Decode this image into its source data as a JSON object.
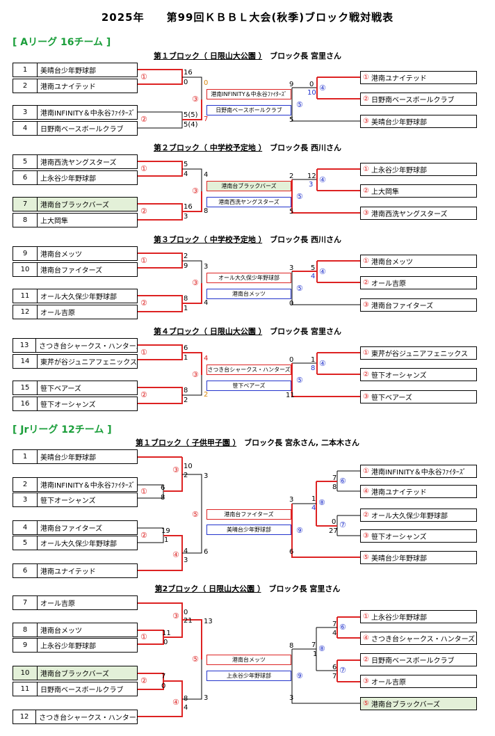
{
  "title": "2025年　　第99回ＫＢＢＬ大会(秋季)ブロック戦対戦表",
  "leagues": [
    {
      "label": "[ Aリーグ 16チーム ]"
    },
    {
      "label": "[ Jrリーグ 12チーム ]"
    }
  ],
  "blocks": [
    {
      "header_main": "第１ブロック（ 日限山大公園 ）",
      "header_leader": "ブロック長 宮里さん",
      "teams": [
        {
          "num": "1",
          "name": "美晴台少年野球部"
        },
        {
          "num": "2",
          "name": "港南ユナイテッド"
        },
        {
          "num": "3",
          "name": "港南INFINITY＆中永谷ﾌｧｲﾀｰｽﾞ"
        },
        {
          "num": "4",
          "name": "日野南ベースボールクラブ"
        }
      ],
      "games": [
        {
          "mark": "①",
          "s1": "16",
          "s2": "0"
        },
        {
          "mark": "②",
          "s1": "5(5)",
          "s2": "5(4)"
        },
        {
          "mark": "③",
          "s1": "0",
          "s2": "7"
        },
        {
          "mark": "④",
          "s1": "0",
          "s2": "10"
        },
        {
          "mark": "⑤",
          "s1": "9",
          "s2": "5"
        }
      ],
      "mid": [
        {
          "text": "港南INFINITY＆中永谷ﾌｧｲﾀｰｽﾞ"
        },
        {
          "text": "日野南ベースボールクラブ"
        }
      ],
      "results": [
        {
          "rank": "①",
          "name": "港南ユナイテッド"
        },
        {
          "rank": "②",
          "name": "日野南ベースボールクラブ"
        },
        {
          "rank": "③",
          "name": "美晴台少年野球部"
        }
      ]
    },
    {
      "header_main": "第２ブロック（ 中学校予定地 ）",
      "header_leader": "ブロック長 西川さん",
      "teams": [
        {
          "num": "5",
          "name": "港南西洗ヤングスターズ"
        },
        {
          "num": "6",
          "name": "上永谷少年野球部"
        },
        {
          "num": "7",
          "name": "港南台ブラックバーズ"
        },
        {
          "num": "8",
          "name": "上大岡隼"
        }
      ],
      "games": [
        {
          "mark": "①",
          "s1": "5",
          "s2": "4"
        },
        {
          "mark": "②",
          "s1": "16",
          "s2": "3"
        },
        {
          "mark": "③",
          "s1": "4",
          "s2": "8"
        },
        {
          "mark": "④",
          "s1": "12",
          "s2": "3"
        },
        {
          "mark": "⑤",
          "s1": "2",
          "s2": "5"
        }
      ],
      "mid": [
        {
          "text": "港南台ブラックバーズ"
        },
        {
          "text": "港南西洗ヤングスターズ"
        }
      ],
      "results": [
        {
          "rank": "①",
          "name": "上永谷少年野球部"
        },
        {
          "rank": "②",
          "name": "上大岡隼"
        },
        {
          "rank": "③",
          "name": "港南西洗ヤングスターズ"
        }
      ]
    },
    {
      "header_main": "第３ブロック（ 中学校予定地 ）",
      "header_leader": "ブロック長 西川さん",
      "teams": [
        {
          "num": "9",
          "name": "港南台メッツ"
        },
        {
          "num": "10",
          "name": "港南台ファイターズ"
        },
        {
          "num": "11",
          "name": "オール大久保少年野球部"
        },
        {
          "num": "12",
          "name": "オール吉原"
        }
      ],
      "games": [
        {
          "mark": "①",
          "s1": "2",
          "s2": "9"
        },
        {
          "mark": "②",
          "s1": "8",
          "s2": "1"
        },
        {
          "mark": "③",
          "s1": "3",
          "s2": "4"
        },
        {
          "mark": "④",
          "s1": "5",
          "s2": "4"
        },
        {
          "mark": "⑤",
          "s1": "3",
          "s2": "0"
        }
      ],
      "mid": [
        {
          "text": "オール大久保少年野球部"
        },
        {
          "text": "港南台メッツ"
        }
      ],
      "results": [
        {
          "rank": "①",
          "name": "港南台メッツ"
        },
        {
          "rank": "②",
          "name": "オール吉原"
        },
        {
          "rank": "③",
          "name": "港南台ファイターズ"
        }
      ]
    },
    {
      "header_main": "第４ブロック（ 日限山大公園 ）",
      "header_leader": "ブロック長 宮里さん",
      "teams": [
        {
          "num": "13",
          "name": "さつき台シャークス・ハンターズ"
        },
        {
          "num": "14",
          "name": "東芹が谷ジュニアフェニックス"
        },
        {
          "num": "15",
          "name": "笹下ベアーズ"
        },
        {
          "num": "16",
          "name": "笹下オーシャンズ"
        }
      ],
      "games": [
        {
          "mark": "①",
          "s1": "6",
          "s2": "1"
        },
        {
          "mark": "②",
          "s1": "8",
          "s2": "2"
        },
        {
          "mark": "③",
          "s1": "4",
          "s2": "2"
        },
        {
          "mark": "④",
          "s1": "1",
          "s2": "8"
        },
        {
          "mark": "⑤",
          "s1": "0",
          "s2": "11"
        }
      ],
      "mid": [
        {
          "text": "さつき台シャークス・ハンターズ"
        },
        {
          "text": "笹下ベアーズ"
        }
      ],
      "results": [
        {
          "rank": "①",
          "name": "東芹が谷ジュニアフェニックス"
        },
        {
          "rank": "②",
          "name": "笹下オーシャンズ"
        },
        {
          "rank": "③",
          "name": "笹下ベアーズ"
        }
      ]
    }
  ],
  "jr_blocks": [
    {
      "header_main": "第１ブロック（ 子供甲子園 ）",
      "header_leader": "ブロック長 宮永さん, 二本木さん",
      "teams": [
        {
          "num": "1",
          "name": "美晴台少年野球部"
        },
        {
          "num": "2",
          "name": "港南INFINITY＆中永谷ﾌｧｲﾀｰｽﾞ"
        },
        {
          "num": "3",
          "name": "笹下オーシャンズ"
        },
        {
          "num": "4",
          "name": "港南台ファイターズ"
        },
        {
          "num": "5",
          "name": "オール大久保少年野球部"
        },
        {
          "num": "6",
          "name": "港南ユナイテッド"
        }
      ],
      "games": {
        "g1": {
          "mark": "①",
          "s1": "6",
          "s2": "8"
        },
        "g2": {
          "mark": "②",
          "s1": "19",
          "s2": "1"
        },
        "g3": {
          "mark": "③",
          "s1": "10",
          "s2": "2"
        },
        "g4": {
          "mark": "④",
          "s1": "4",
          "s2": "3"
        },
        "g5": {
          "mark": "⑤",
          "s1": "3",
          "s2": "6"
        },
        "g6": {
          "mark": "⑥",
          "s1": "7",
          "s2": "8"
        },
        "g7": {
          "mark": "⑦",
          "s1": "0",
          "s2": "27"
        },
        "g8": {
          "mark": "⑧",
          "s1": "1",
          "s2": "4"
        },
        "g9": {
          "mark": "⑨",
          "s1": "3",
          "s2": "6"
        }
      },
      "mid": [
        {
          "text": "港南台ファイターズ"
        },
        {
          "text": "美晴台少年野球部"
        }
      ],
      "results": [
        {
          "rank": "①",
          "name": "港南INFINITY＆中永谷ﾌｧｲﾀｰｽﾞ"
        },
        {
          "rank": "④",
          "name": "港南ユナイテッド"
        },
        {
          "rank": "②",
          "name": "オール大久保少年野球部"
        },
        {
          "rank": "③",
          "name": "笹下オーシャンズ"
        },
        {
          "rank": "⑤",
          "name": "美晴台少年野球部"
        }
      ]
    },
    {
      "header_main": "第2ブロック（ 日限山大公園 ）",
      "header_leader": "ブロック長 宮里さん",
      "teams": [
        {
          "num": "7",
          "name": "オール吉原"
        },
        {
          "num": "8",
          "name": "港南台メッツ"
        },
        {
          "num": "9",
          "name": "上永谷少年野球部"
        },
        {
          "num": "10",
          "name": "港南台ブラックバーズ"
        },
        {
          "num": "11",
          "name": "日野南ベースボールクラブ"
        },
        {
          "num": "12",
          "name": "さつき台シャークス・ハンターズ"
        }
      ],
      "games": {
        "g1": {
          "mark": "①",
          "s1": "11",
          "s2": "0"
        },
        "g2": {
          "mark": "②",
          "s1": "7",
          "s2": "0"
        },
        "g3": {
          "mark": "③",
          "s1": "0",
          "s2": "21"
        },
        "g4": {
          "mark": "④",
          "s1": "8",
          "s2": "4"
        },
        "g5": {
          "mark": "⑤",
          "s1": "13",
          "s2": "3"
        },
        "g6": {
          "mark": "⑥",
          "s1": "7",
          "s2": "4"
        },
        "g7": {
          "mark": "⑦",
          "s1": "6",
          "s2": "7"
        },
        "g8": {
          "mark": "⑧",
          "s1": "7",
          "s2": "1"
        },
        "g9": {
          "mark": "⑨",
          "s1": "8",
          "s2": "3"
        }
      },
      "mid": [
        {
          "text": "港南台メッツ"
        },
        {
          "text": "上永谷少年野球部"
        }
      ],
      "results": [
        {
          "rank": "①",
          "name": "上永谷少年野球部"
        },
        {
          "rank": "④",
          "name": "さつき台シャークス・ハンターズ"
        },
        {
          "rank": "②",
          "name": "日野南ベースボールクラブ"
        },
        {
          "rank": "③",
          "name": "オール吉原"
        },
        {
          "rank": "⑤",
          "name": "港南台ブラックバーズ"
        }
      ]
    }
  ]
}
